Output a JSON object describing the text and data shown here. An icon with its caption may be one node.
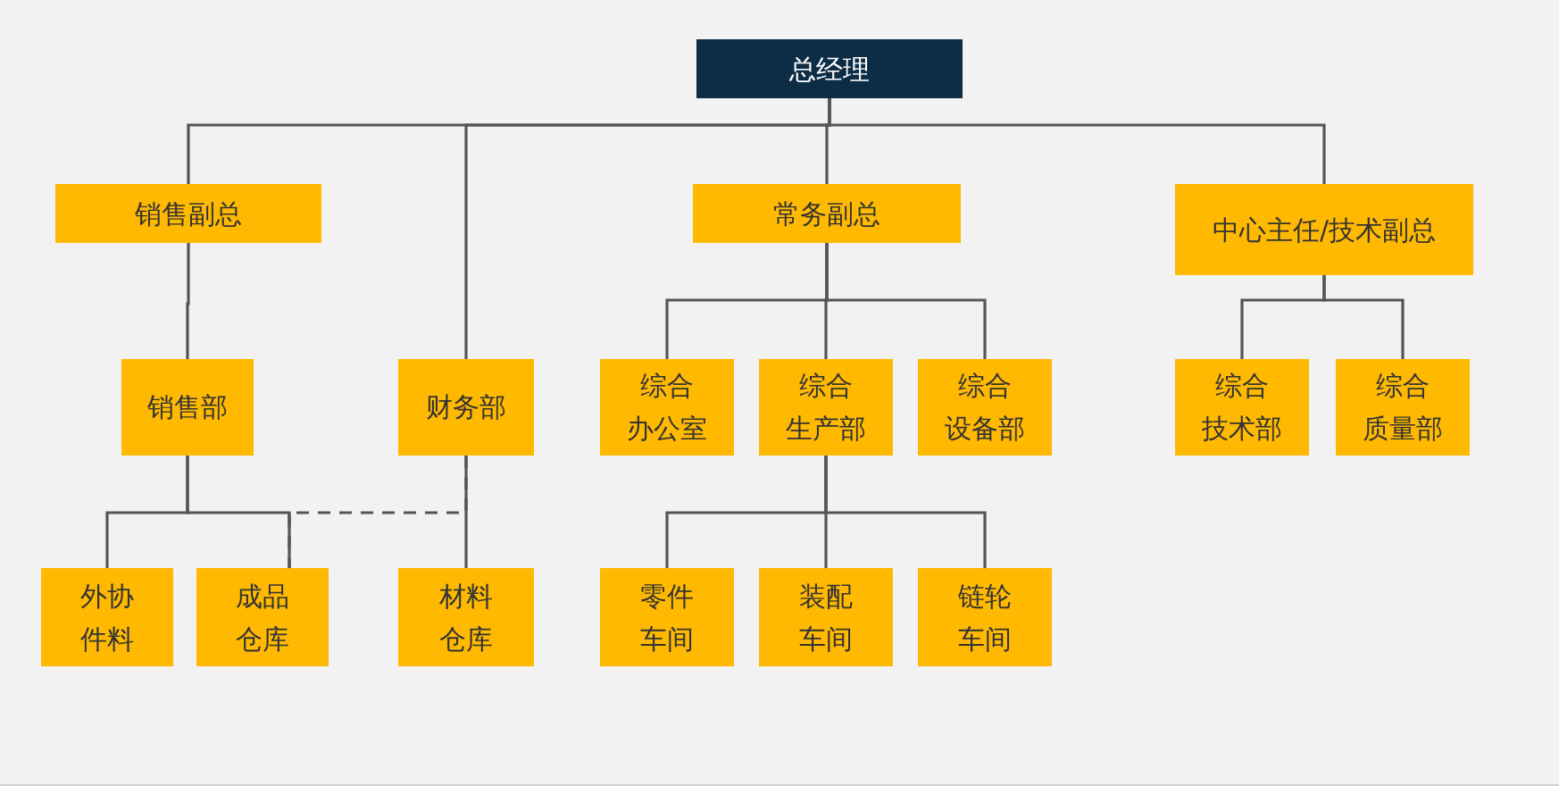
{
  "diagram": {
    "nodes": [
      {
        "text": [
          "总经理"
        ]
      },
      {
        "text": [
          "销售副总"
        ]
      },
      {
        "text": [
          "财务部"
        ]
      },
      {
        "text": [
          "常务副总"
        ]
      },
      {
        "text": [
          "中心主任/技术副总"
        ]
      },
      {
        "text": [
          "销售部"
        ]
      },
      {
        "text": [
          "综合",
          "办公室"
        ]
      },
      {
        "text": [
          "综合",
          "生产部"
        ]
      },
      {
        "text": [
          "综合",
          "设备部"
        ]
      },
      {
        "text": [
          "综合",
          "技术部"
        ]
      },
      {
        "text": [
          "综合",
          "质量部"
        ]
      },
      {
        "text": [
          "外协件料"
        ]
      },
      {
        "text": [
          "成品仓库"
        ]
      },
      {
        "text": [
          "材料仓库"
        ]
      },
      {
        "text": [
          "零件车间"
        ]
      },
      {
        "text": [
          "装配车间"
        ]
      },
      {
        "text": [
          "链轮车间"
        ]
      }
    ],
    "edges": [
      {
        "from": 0,
        "to": 1,
        "arrow": "none"
      },
      {
        "from": 0,
        "to": 2,
        "arrow": "none"
      },
      {
        "from": 0,
        "to": 3,
        "arrow": "none"
      },
      {
        "from": 0,
        "to": 4,
        "arrow": "none"
      },
      {
        "from": 1,
        "to": 5,
        "arrow": "none"
      },
      {
        "from": 3,
        "to": 6,
        "arrow": "none"
      },
      {
        "from": 3,
        "to": 7,
        "arrow": "none"
      },
      {
        "from": 3,
        "to": 8,
        "arrow": "none"
      },
      {
        "from": 4,
        "to": 9,
        "arrow": "none"
      },
      {
        "from": 4,
        "to": 10,
        "arrow": "none"
      },
      {
        "from": 5,
        "to": 11,
        "arrow": "none"
      },
      {
        "from": 5,
        "to": 12,
        "arrow": "none"
      },
      {
        "from": 2,
        "to": 13,
        "arrow": "none"
      },
      {
        "from": 2,
        "to": 12,
        "arrow": "none",
        "style": "dashed"
      },
      {
        "from": 7,
        "to": 14,
        "arrow": "none"
      },
      {
        "from": 7,
        "to": 15,
        "arrow": "none"
      },
      {
        "from": 7,
        "to": 16,
        "arrow": "none"
      }
    ]
  }
}
